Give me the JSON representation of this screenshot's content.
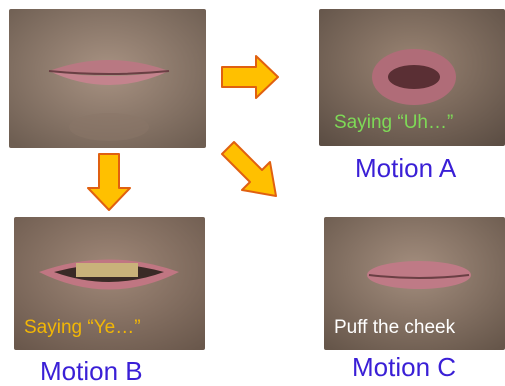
{
  "frames": {
    "neutral": {
      "caption": ""
    },
    "motion_a": {
      "caption": "Saying “Uh…”",
      "label": "Motion A"
    },
    "motion_b": {
      "caption": "Saying  “Ye…”",
      "label": "Motion B"
    },
    "motion_c": {
      "caption": "Puff the cheek",
      "label": "Motion C"
    }
  },
  "colors": {
    "label": "#3a1fd6",
    "caption_a": "#7ed957",
    "caption_b": "#f2b705",
    "caption_c": "#ffffff",
    "arrow_fill": "#ffc000",
    "arrow_stroke": "#e06010",
    "skin_dark": "#7d6a5c",
    "skin_light": "#a08a78",
    "lip": "#b8707a"
  }
}
